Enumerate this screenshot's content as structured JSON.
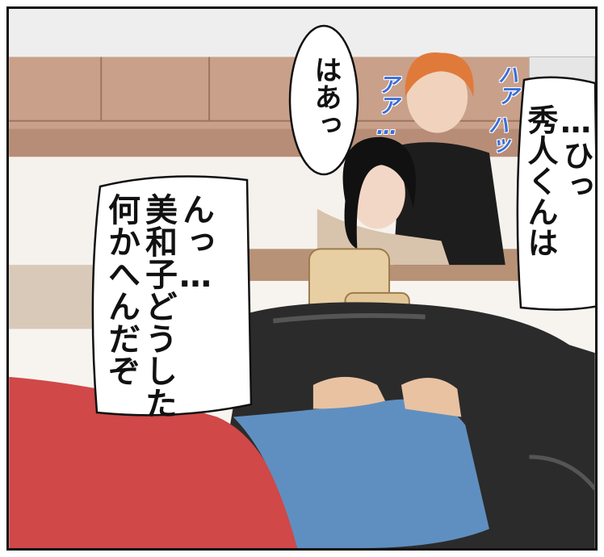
{
  "bubbles": {
    "hideto": {
      "line1": "…ひっ",
      "line2": "秀人くんは"
    },
    "gasp": {
      "line1": "はあっ"
    },
    "husband": {
      "line1": "んっ…",
      "line2": "美和子どうした",
      "line3": "何かへんだぞ"
    }
  },
  "sfx": {
    "haa1": "アア…",
    "haa2": "ハア",
    "haa3": "ハッ"
  },
  "colors": {
    "sofa": "#2b2b2b",
    "shirt": "#d04848",
    "jeans": "#5f8fc0",
    "hair_orange": "#e07a3a",
    "wall": "#c9a08a",
    "sfx_blue": "#3d6ed6"
  }
}
